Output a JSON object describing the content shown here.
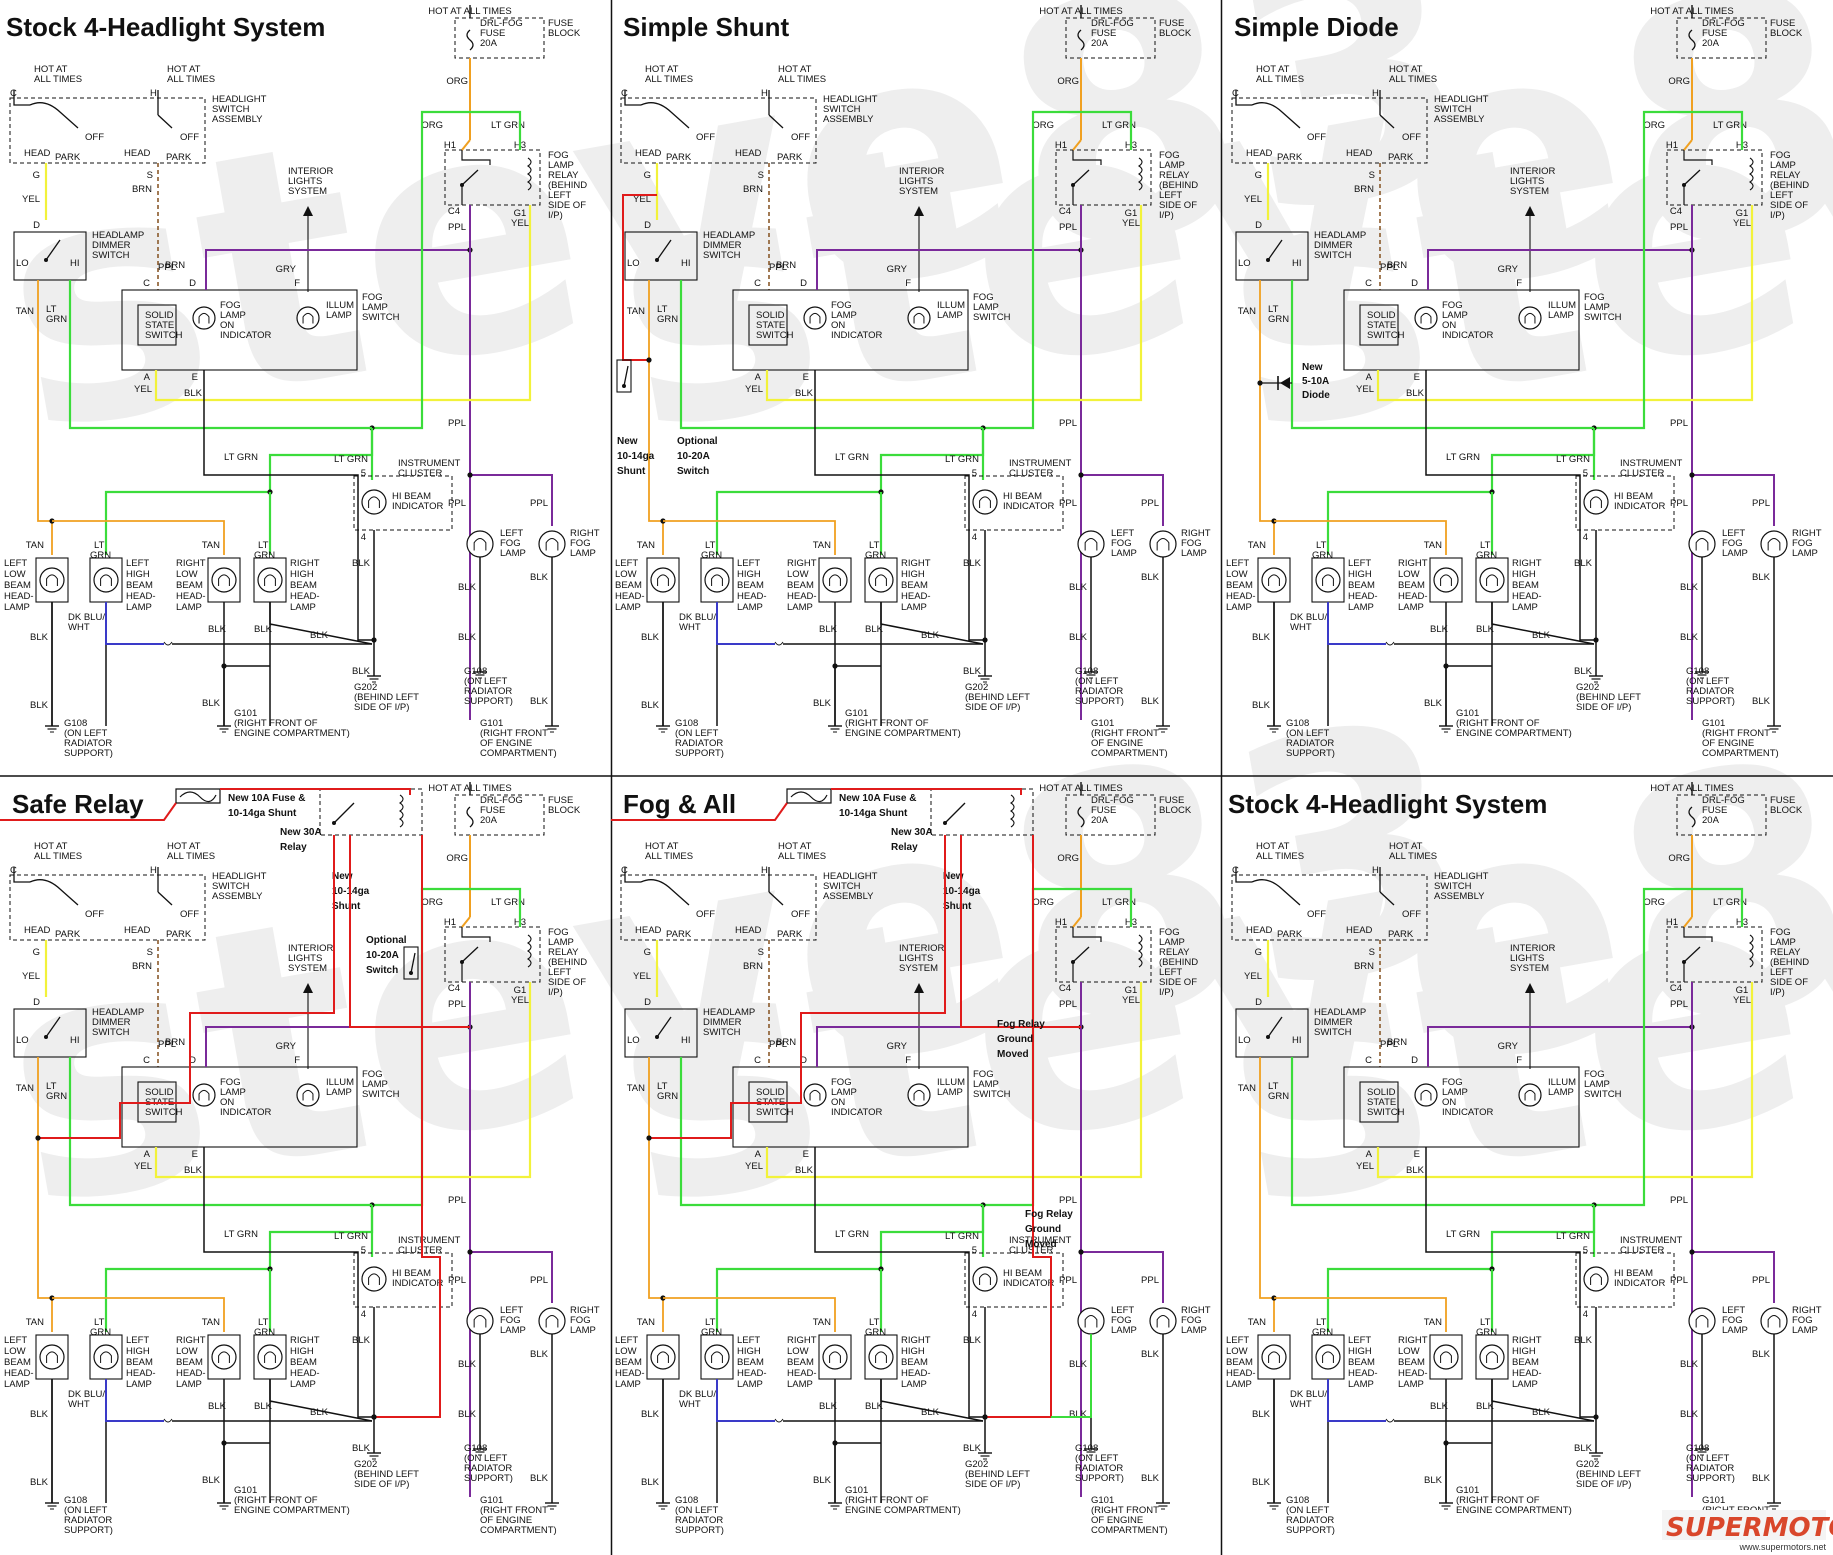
{
  "colors": {
    "orange": "#f0a020",
    "green": "#3bdc3b",
    "yellow": "#f2f23a",
    "purple": "#7a2a9a",
    "red": "#e01b1b",
    "blue": "#3a3ac8",
    "black": "#111111",
    "brown": "#8b5a2b",
    "watermark": "#eeeeee"
  },
  "panels": [
    {
      "title": "Stock 4-Headlight System",
      "variant": "stock"
    },
    {
      "title": "Simple Shunt",
      "variant": "shunt"
    },
    {
      "title": "Simple Diode",
      "variant": "diode"
    },
    {
      "title": "Safe Relay",
      "variant": "relay"
    },
    {
      "title": "Fog & All",
      "variant": "fogall"
    },
    {
      "title": "Stock 4-Headlight System",
      "variant": "stock"
    }
  ],
  "labels": {
    "hot_at_all_times": "HOT AT ALL TIMES",
    "fuse_block": [
      "FUSE",
      "BLOCK"
    ],
    "drl_fog_fuse": [
      "DRL-FOG",
      "FUSE",
      "20A"
    ],
    "hot_at": [
      "HOT AT",
      "ALL TIMES"
    ],
    "headlight_switch_assembly": [
      "HEADLIGHT",
      "SWITCH",
      "ASSEMBLY"
    ],
    "off": "OFF",
    "head": "HEAD",
    "park": "PARK",
    "yel": "YEL",
    "brn": "BRN",
    "org": "ORG",
    "lt_grn": "LT GRN",
    "ppl": "PPL",
    "gry": "GRY",
    "tan": "TAN",
    "blk": "BLK",
    "dk_blu_wht": [
      "DK BLU/",
      "WHT"
    ],
    "lt_grn_stack": [
      "LT",
      "GRN"
    ],
    "h1": "H1",
    "h3": "H3",
    "c4": "C4",
    "g1": "G1",
    "c": "C",
    "h": "H",
    "g": "G",
    "s": "S",
    "d": "D",
    "a": "A",
    "e": "E",
    "f": "F",
    "five": "5",
    "four": "4",
    "fog_lamp_relay": [
      "FOG",
      "LAMP",
      "RELAY",
      "(BEHIND",
      "LEFT",
      "SIDE OF",
      "I/P)"
    ],
    "interior_lights": [
      "INTERIOR",
      "LIGHTS",
      "SYSTEM"
    ],
    "headlamp_dimmer": [
      "HEADLAMP",
      "DIMMER",
      "SWITCH"
    ],
    "lo": "LO",
    "hi": "HI",
    "solid_state": [
      "SOLID",
      "STATE",
      "SWITCH"
    ],
    "fog_indicator": [
      "FOG",
      "LAMP",
      "ON",
      "INDICATOR"
    ],
    "illum_lamp": [
      "ILLUM",
      "LAMP"
    ],
    "fog_lamp_switch": [
      "FOG",
      "LAMP",
      "SWITCH"
    ],
    "instrument_cluster": [
      "INSTRUMENT",
      "CLUSTER"
    ],
    "hi_beam_indicator": [
      "HI BEAM",
      "INDICATOR"
    ],
    "left_fog_lamp": [
      "LEFT",
      "FOG",
      "LAMP"
    ],
    "right_fog_lamp": [
      "RIGHT",
      "FOG",
      "LAMP"
    ],
    "left_low_beam": [
      "LEFT",
      "LOW",
      "BEAM",
      "HEAD-",
      "LAMP"
    ],
    "left_high_beam": [
      "LEFT",
      "HIGH",
      "BEAM",
      "HEAD-",
      "LAMP"
    ],
    "right_low_beam": [
      "RIGHT",
      "LOW",
      "BEAM",
      "HEAD-",
      "LAMP"
    ],
    "right_high_beam": [
      "RIGHT",
      "HIGH",
      "BEAM",
      "HEAD-",
      "LAMP"
    ],
    "g108_a": [
      "G108",
      "(ON LEFT",
      "RADIATOR",
      "SUPPORT)"
    ],
    "g101_a": [
      "G101",
      "(RIGHT FRONT OF",
      "ENGINE COMPARTMENT)"
    ],
    "g202": [
      "G202",
      "(BEHIND  LEFT",
      "SIDE OF I/P)"
    ],
    "g108_b": [
      "G108",
      "(ON LEFT",
      "RADIATOR",
      "SUPPORT)"
    ],
    "g101_b": [
      "G101",
      "(RIGHT FRONT",
      "OF ENGINE",
      "COMPARTMENT)"
    ]
  },
  "mods": {
    "shunt_new": [
      "New",
      "10-14ga",
      "Shunt"
    ],
    "shunt_optional": [
      "Optional",
      "10-20A",
      "Switch"
    ],
    "diode": [
      "New",
      "5-10A",
      "Diode"
    ],
    "fuse_note": [
      "New 10A Fuse &",
      "10-14ga Shunt"
    ],
    "relay_note": [
      "New 30A",
      "Relay"
    ],
    "relay_shunt": [
      "New",
      "10-14ga",
      "Shunt"
    ],
    "relay_switch": [
      "Optional",
      "10-20A",
      "Switch"
    ],
    "fog_ground_moved": [
      "Fog Relay",
      "Ground",
      "Moved"
    ]
  },
  "watermark": {
    "text": "steve83"
  },
  "footer": {
    "logo": "SUPERMOTORS",
    "url": "www.supermotors.net"
  }
}
